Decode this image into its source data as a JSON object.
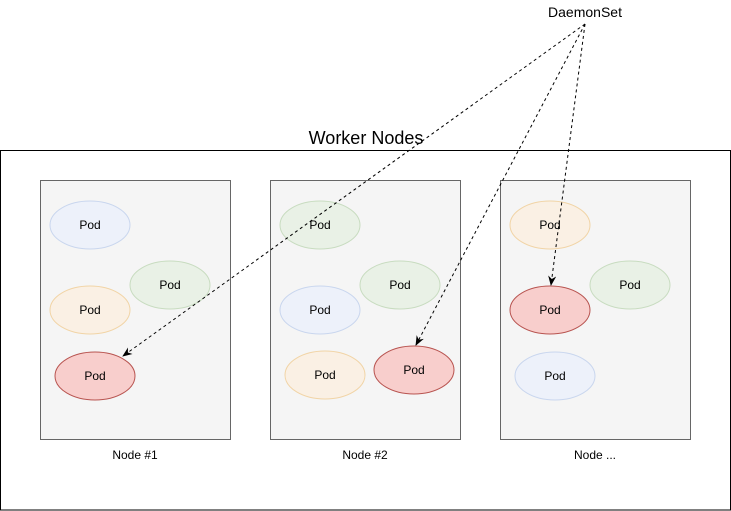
{
  "daemonset": {
    "label": "DaemonSet"
  },
  "cluster": {
    "title": "Worker Nodes"
  },
  "nodes": [
    {
      "label": "Node #1"
    },
    {
      "label": "Node #2"
    },
    {
      "label": "Node ..."
    }
  ],
  "pod_label": "Pod",
  "colors": {
    "blue_fill": "#edf1fa",
    "blue_stroke": "#c9d6ee",
    "green_fill": "#e9f1e6",
    "green_stroke": "#c8dcc0",
    "orange_fill": "#faf0e4",
    "orange_stroke": "#f1d4a6",
    "red_fill": "#f8cecc",
    "red_stroke": "#b85450",
    "node_fill": "#f5f5f5",
    "node_stroke": "#666666"
  }
}
